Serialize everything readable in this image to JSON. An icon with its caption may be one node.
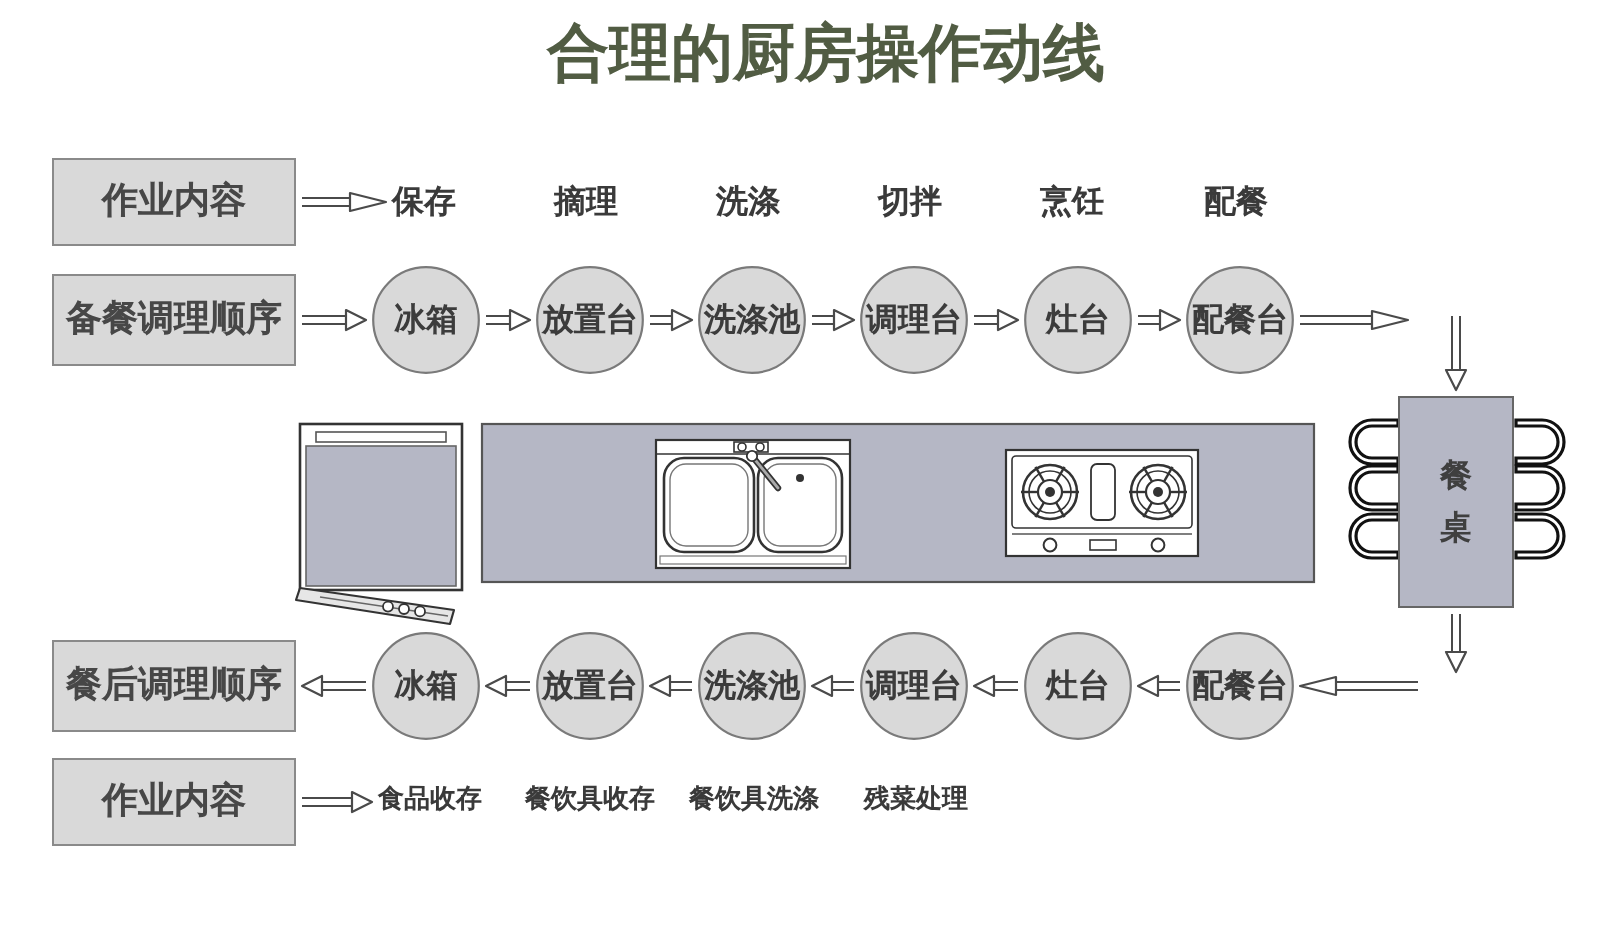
{
  "diagram": {
    "title": "合理的厨房操作动线",
    "nodes": [
      {
        "text": [
          "作业内容"
        ]
      },
      {
        "text": [
          "保存"
        ]
      },
      {
        "text": [
          "备餐调理顺序"
        ]
      },
      {
        "text": [
          "冰箱"
        ]
      },
      {
        "text": [
          "放置台"
        ]
      },
      {
        "text": [
          "洗涤池"
        ]
      },
      {
        "text": [
          "调理台"
        ]
      },
      {
        "text": [
          "灶台"
        ]
      },
      {
        "text": [
          "配餐台"
        ]
      },
      {
        "text": [
          "餐桌"
        ]
      },
      {
        "text": [
          "餐后调理顺序"
        ]
      },
      {
        "text": [
          "冰箱"
        ]
      },
      {
        "text": [
          "放置台"
        ]
      },
      {
        "text": [
          "洗涤池"
        ]
      },
      {
        "text": [
          "调理台"
        ]
      },
      {
        "text": [
          "灶台"
        ]
      },
      {
        "text": [
          "配餐台"
        ]
      },
      {
        "text": [
          "作业内容"
        ]
      },
      {
        "text": [
          "食品收存"
        ]
      }
    ],
    "edges": [
      {
        "from": 0,
        "to": 1,
        "arrow": "to"
      },
      {
        "from": 2,
        "to": 3,
        "arrow": "to"
      },
      {
        "from": 3,
        "to": 4,
        "arrow": "to"
      },
      {
        "from": 4,
        "to": 5,
        "arrow": "to"
      },
      {
        "from": 5,
        "to": 6,
        "arrow": "to"
      },
      {
        "from": 6,
        "to": 7,
        "arrow": "to"
      },
      {
        "from": 7,
        "to": 8,
        "arrow": "to"
      },
      {
        "from": 8,
        "to": null,
        "arrow": "to"
      },
      {
        "from": null,
        "to": 9,
        "arrow": "to"
      },
      {
        "from": 9,
        "to": null,
        "arrow": "to"
      },
      {
        "from": null,
        "to": 16,
        "arrow": "to"
      },
      {
        "from": 16,
        "to": 15,
        "arrow": "to"
      },
      {
        "from": 15,
        "to": 14,
        "arrow": "to"
      },
      {
        "from": 14,
        "to": 13,
        "arrow": "to"
      },
      {
        "from": 13,
        "to": 12,
        "arrow": "to"
      },
      {
        "from": 12,
        "to": 11,
        "arrow": "to"
      },
      {
        "from": 11,
        "to": 10,
        "arrow": "to"
      },
      {
        "from": 17,
        "to": 18,
        "arrow": "to"
      }
    ],
    "labels": [
      "摘理",
      "洗涤",
      "切拌",
      "烹饪",
      "配餐",
      "餐饮具收存",
      "餐饮具洗涤",
      "残菜处理"
    ]
  }
}
